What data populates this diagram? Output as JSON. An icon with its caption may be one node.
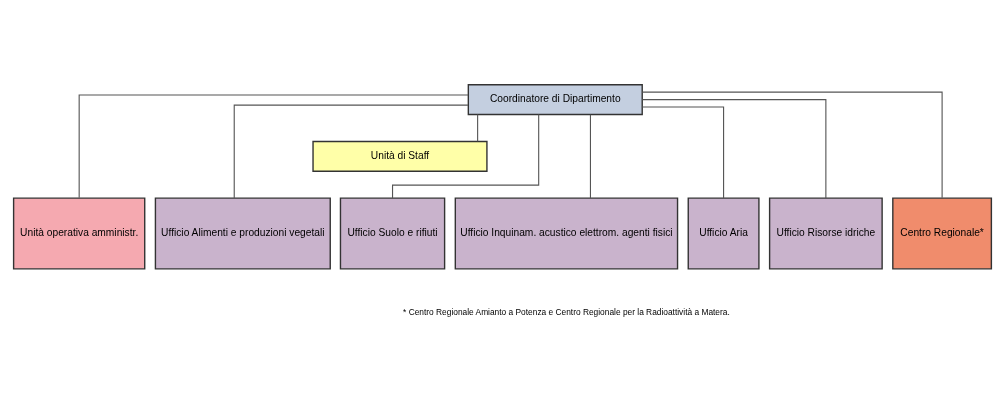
{
  "diagram": {
    "nodes": [
      {
        "text": [
          "Coordinatore di Dipartimento"
        ]
      },
      {
        "text": [
          "Unità di Staff"
        ]
      },
      {
        "text": [
          "Unità operativa amministr."
        ]
      },
      {
        "text": [
          "Ufficio Alimenti e produzioni vegetali"
        ]
      },
      {
        "text": [
          "Ufficio Suolo e rifiuti"
        ]
      },
      {
        "text": [
          "Ufficio Inquinam. acustico elettrom. agenti fisici"
        ]
      },
      {
        "text": [
          "Ufficio Aria"
        ]
      },
      {
        "text": [
          "Ufficio Risorse idriche"
        ]
      },
      {
        "text": [
          "Centro Regionale*"
        ]
      }
    ],
    "edges": [
      {
        "from": 0,
        "to": 1,
        "arrow": "none"
      },
      {
        "from": 0,
        "to": 2,
        "arrow": "none"
      },
      {
        "from": 0,
        "to": 3,
        "arrow": "none"
      },
      {
        "from": 0,
        "to": 4,
        "arrow": "none"
      },
      {
        "from": 0,
        "to": 5,
        "arrow": "none"
      },
      {
        "from": 0,
        "to": 6,
        "arrow": "none"
      },
      {
        "from": 0,
        "to": 7,
        "arrow": "none"
      },
      {
        "from": 0,
        "to": 8,
        "arrow": "none"
      }
    ],
    "labels": [
      "* Centro Regionale Amianto a Potenza e Centro Regionale per la Radioattività a Matera."
    ]
  }
}
